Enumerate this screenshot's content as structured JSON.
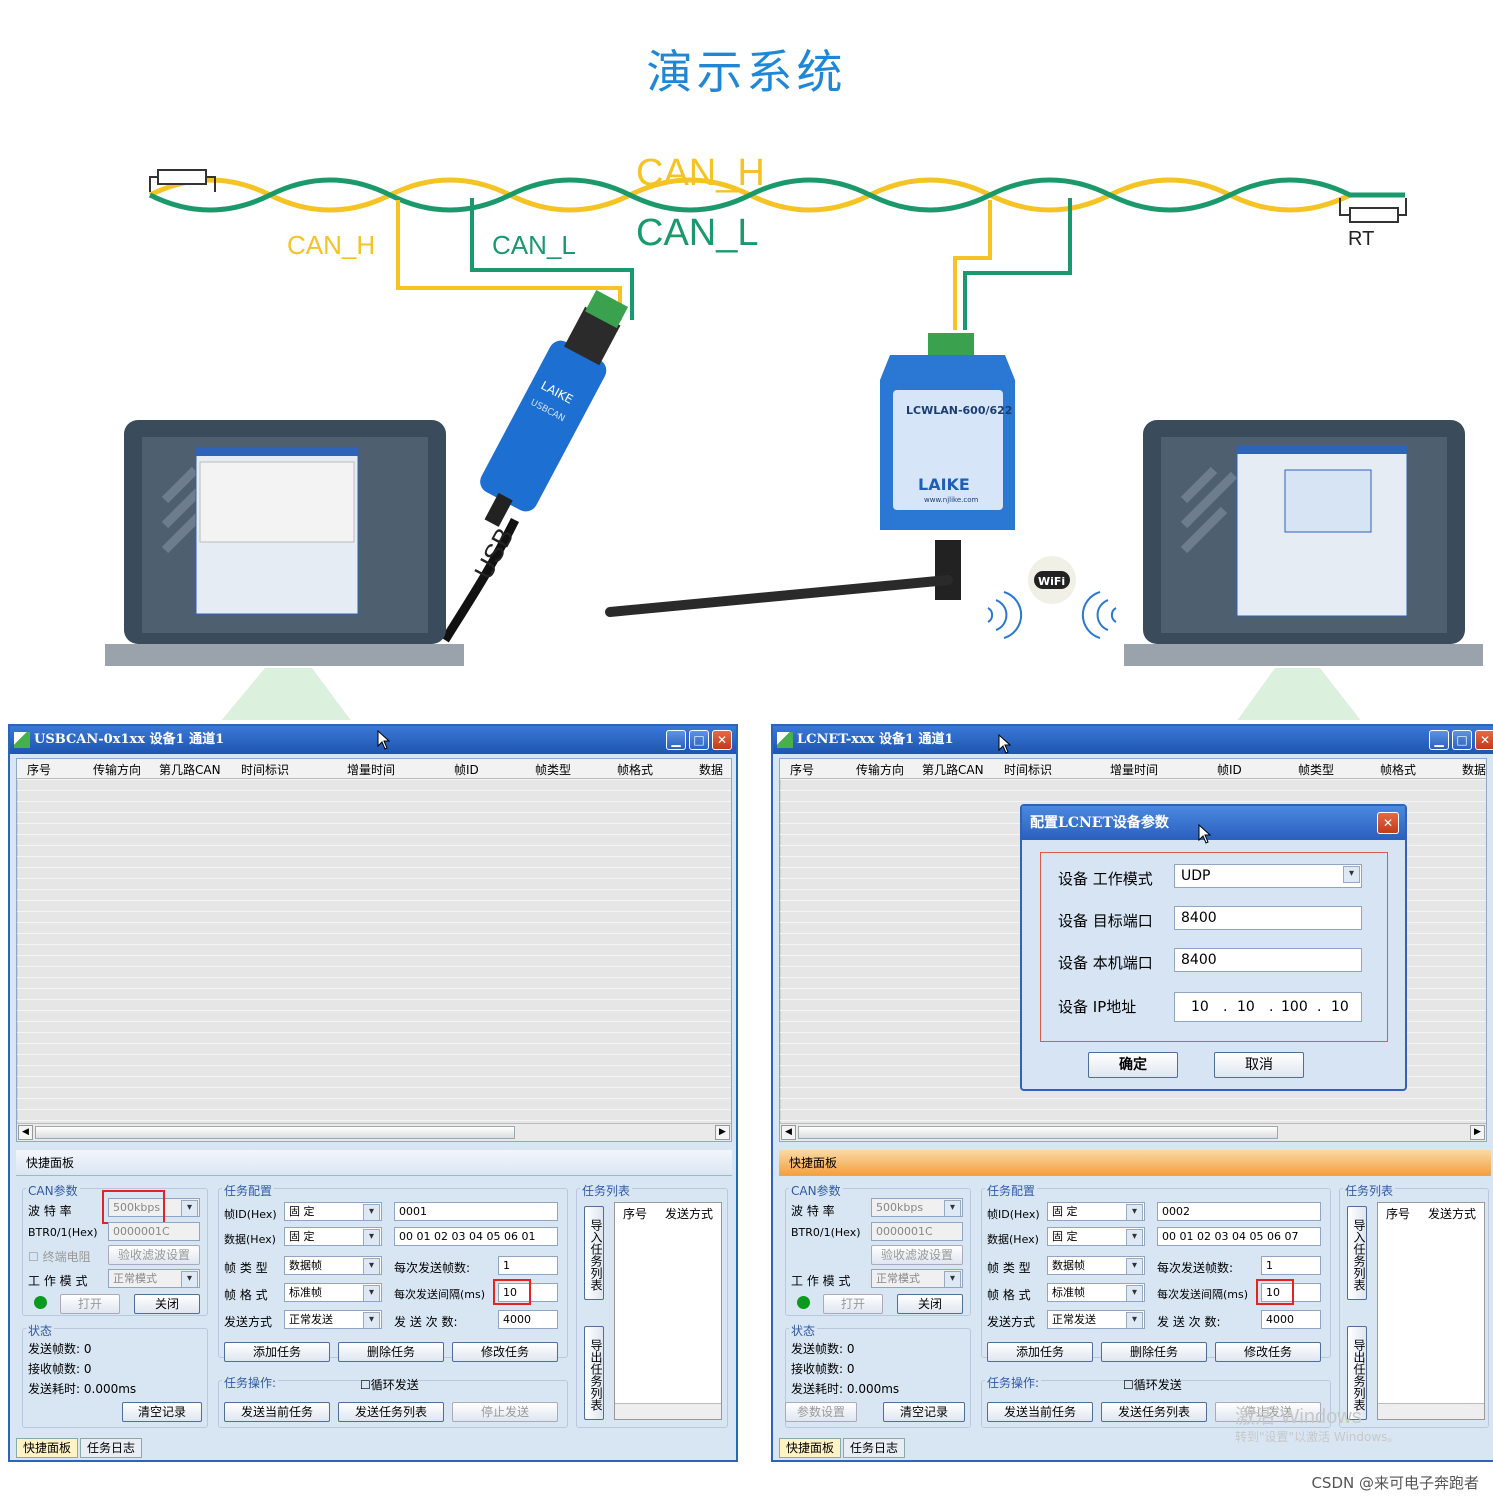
{
  "title": "演示系统",
  "wire_labels": {
    "can_h": "CAN_H",
    "can_l": "CAN_L",
    "rt": "RT",
    "usb": "USB"
  },
  "devices": {
    "usbcan": {
      "brand": "LAIKE",
      "model": "USBCAN"
    },
    "lcwlan": {
      "model": "LCWLAN-600/622",
      "brand": "LAIKE",
      "url": "www.njlike.com",
      "wifi": "WiFi"
    }
  },
  "colors": {
    "can_h": "#f5c324",
    "can_l": "#1a9a6c",
    "title": "#1f87d6",
    "accent": "#2d63b8",
    "red_box": "#e52320"
  },
  "columns": [
    "序号",
    "传输方向",
    "第几路CAN",
    "时间标识",
    "增量时间",
    "帧ID",
    "帧类型",
    "帧格式",
    "数据"
  ],
  "left_window": {
    "title": "USBCAN-0x1xx  设备1  通道1",
    "panel_label": "快捷面板",
    "can_params": {
      "group": "CAN参数",
      "baud_label": "波 特 率",
      "baud_value": "500kbps",
      "btr_label": "BTR0/1(Hex)",
      "btr_value": "0000001C",
      "terminal_label": "终端电阻",
      "filter_button": "验收滤波设置",
      "mode_label": "工 作 模 式",
      "mode_value": "正常模式",
      "open_button": "打开",
      "close_button": "关闭"
    },
    "status": {
      "group": "状态",
      "sent_label": "发送帧数:",
      "sent_value": "0",
      "recv_label": "接收帧数:",
      "recv_value": "0",
      "time_label": "发送耗时:",
      "time_value": "0.000ms",
      "clear_button": "清空记录"
    },
    "task_config": {
      "group": "任务配置",
      "id_label": "帧ID(Hex)",
      "id_mode": "固 定",
      "id_value": "0001",
      "data_label": "数据(Hex)",
      "data_mode": "固 定",
      "data_value": "00 01 02 03 04 05 06 01",
      "type_label": "帧 类 型",
      "type_value": "数据帧",
      "format_label": "帧 格 式",
      "format_value": "标准帧",
      "send_mode_label": "发送方式",
      "send_mode_value": "正常发送",
      "per_send_label": "每次发送帧数:",
      "per_send_value": "1",
      "interval_label": "每次发送间隔(ms)",
      "interval_value": "10",
      "count_label": "发 送 次 数:",
      "count_value": "4000",
      "add_button": "添加任务",
      "delete_button": "删除任务",
      "modify_button": "修改任务"
    },
    "task_ops": {
      "group": "任务操作:",
      "loop_label": "循环发送",
      "send_current": "发送当前任务",
      "send_list": "发送任务列表",
      "stop": "停止发送"
    },
    "task_list": {
      "group": "任务列表",
      "import_button": "导入任务列表",
      "export_button": "导出任务列表",
      "col_index": "序号",
      "col_mode": "发送方式"
    },
    "tabs": [
      "快捷面板",
      "任务日志"
    ]
  },
  "right_window": {
    "title": "LCNET-xxx  设备1  通道1",
    "panel_label": "快捷面板",
    "can_params": {
      "group": "CAN参数",
      "baud_label": "波 特 率",
      "baud_value": "500kbps",
      "btr_label": "BTR0/1(Hex)",
      "btr_value": "0000001C",
      "filter_button": "验收滤波设置",
      "mode_label": "工 作 模 式",
      "mode_value": "正常模式",
      "open_button": "打开",
      "close_button": "关闭"
    },
    "status": {
      "group": "状态",
      "sent_label": "发送帧数:",
      "sent_value": "0",
      "recv_label": "接收帧数:",
      "recv_value": "0",
      "time_label": "发送耗时:",
      "time_value": "0.000ms",
      "params_button": "参数设置",
      "clear_button": "清空记录"
    },
    "task_config": {
      "group": "任务配置",
      "id_label": "帧ID(Hex)",
      "id_mode": "固 定",
      "id_value": "0002",
      "data_label": "数据(Hex)",
      "data_mode": "固 定",
      "data_value": "00 01 02 03 04 05 06 07",
      "type_label": "帧 类 型",
      "type_value": "数据帧",
      "format_label": "帧 格 式",
      "format_value": "标准帧",
      "send_mode_label": "发送方式",
      "send_mode_value": "正常发送",
      "per_send_label": "每次发送帧数:",
      "per_send_value": "1",
      "interval_label": "每次发送间隔(ms)",
      "interval_value": "10",
      "count_label": "发 送 次 数:",
      "count_value": "4000",
      "add_button": "添加任务",
      "delete_button": "删除任务",
      "modify_button": "修改任务"
    },
    "task_ops": {
      "group": "任务操作:",
      "loop_label": "循环发送",
      "send_current": "发送当前任务",
      "send_list": "发送任务列表",
      "stop": "停止发送"
    },
    "task_list": {
      "group": "任务列表",
      "import_button": "导入任务列表",
      "export_button": "导出任务列表",
      "col_index": "序号",
      "col_mode": "发送方式"
    },
    "tabs": [
      "快捷面板",
      "任务日志"
    ]
  },
  "dialog": {
    "title": "配置LCNET设备参数",
    "mode_label": "设备 工作模式",
    "mode_value": "UDP",
    "target_port_label": "设备 目标端口",
    "target_port_value": "8400",
    "local_port_label": "设备 本机端口",
    "local_port_value": "8400",
    "ip_label": "设备 IP地址",
    "ip": [
      "10",
      "10",
      "100",
      "10"
    ],
    "ok_button": "确定",
    "cancel_button": "取消"
  },
  "watermark": {
    "line1": "激活 Windows",
    "line2": "转到\"设置\"以激活 Windows。"
  },
  "footer": "CSDN @来可电子奔跑者"
}
